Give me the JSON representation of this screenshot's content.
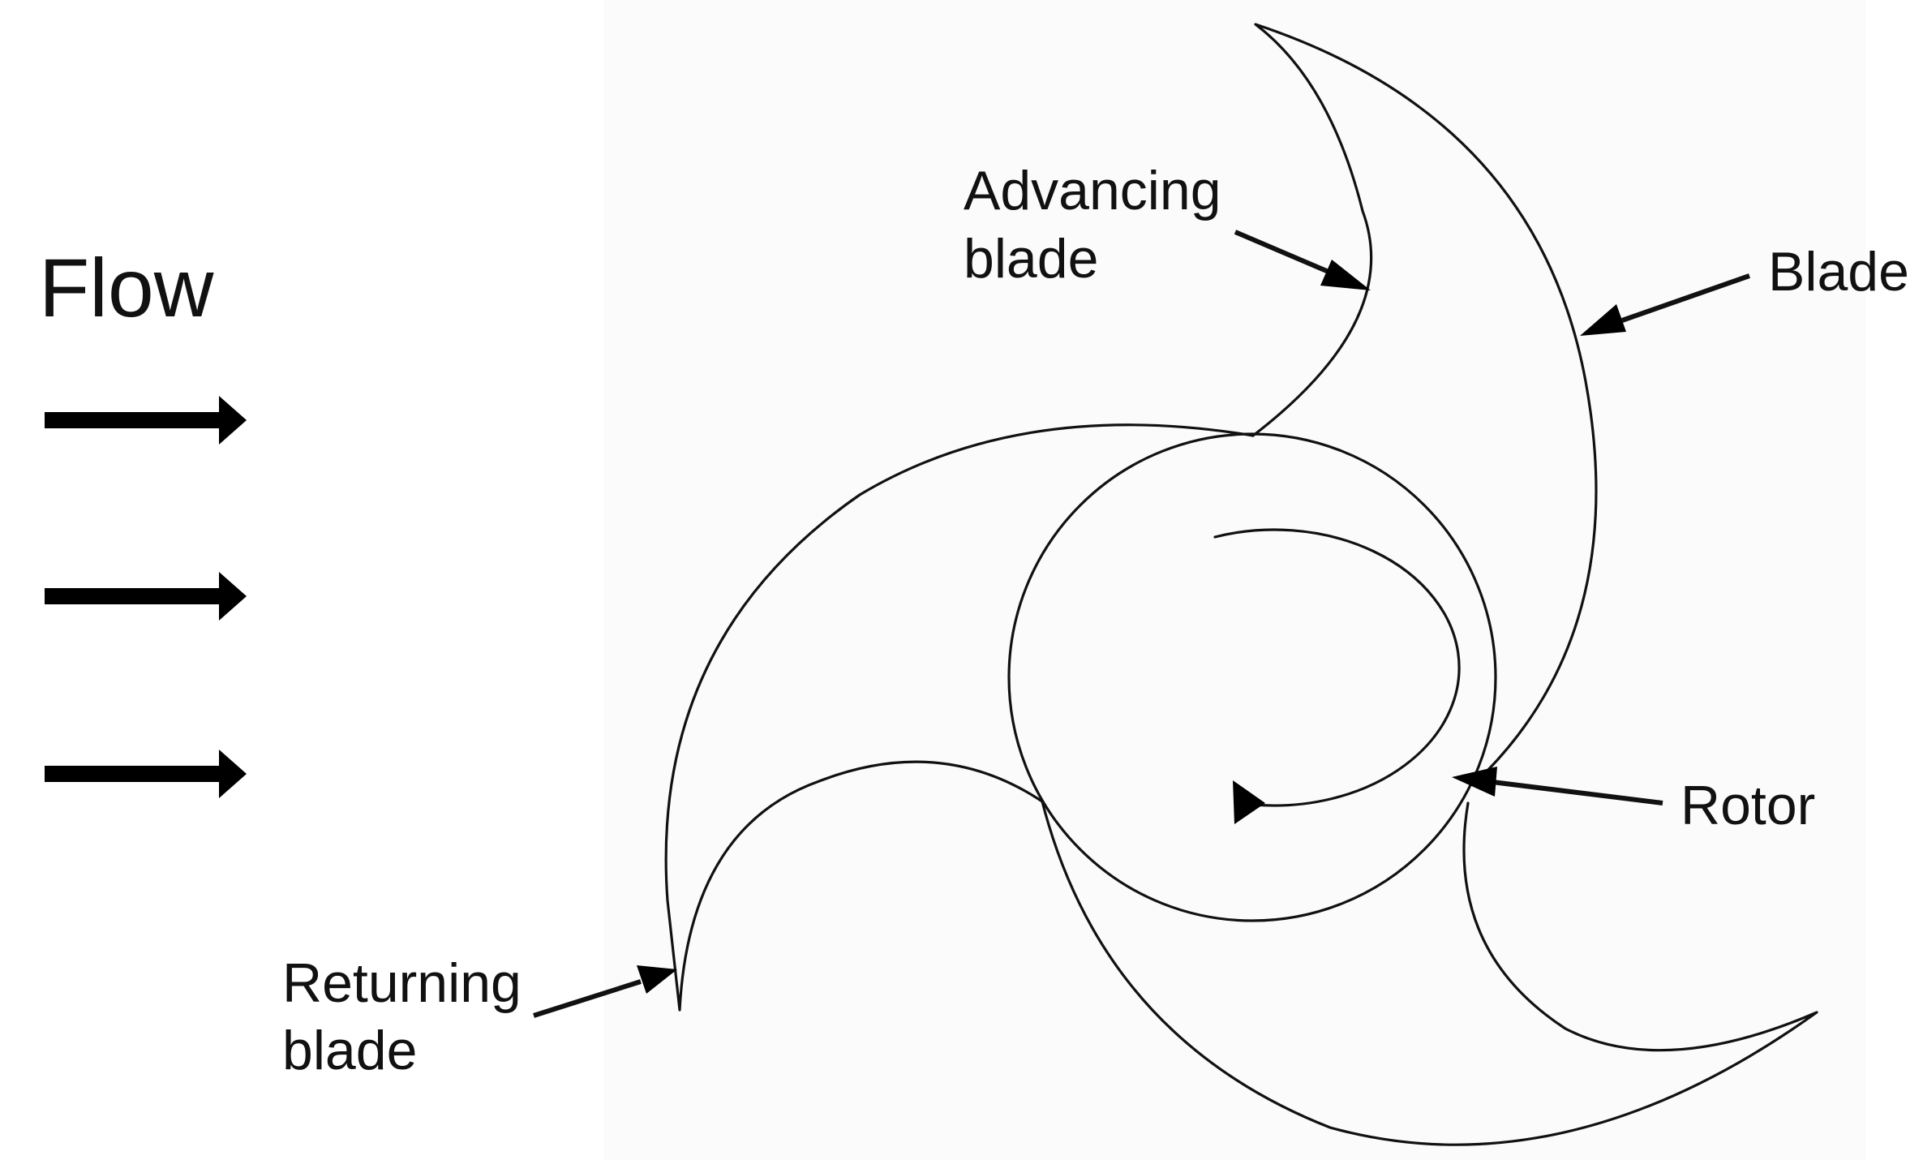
{
  "labels": {
    "flow": "Flow",
    "advancing_line1": "Advancing",
    "advancing_line2": "blade",
    "blade": "Blade",
    "rotor": "Rotor",
    "returning_line1": "Returning",
    "returning_line2": "blade"
  },
  "colors": {
    "ink": "#111111",
    "background": "#ffffff"
  },
  "icons": {
    "flow_arrows": "right-arrow",
    "rotation_arrow": "clockwise-arrow"
  }
}
